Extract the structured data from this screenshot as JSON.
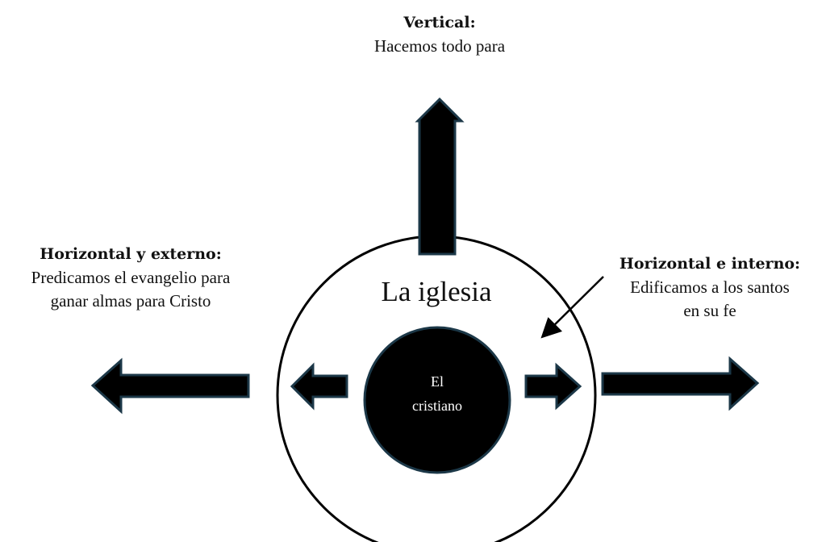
{
  "vertical": {
    "title": "Vertical:",
    "text": "Hacemos todo para"
  },
  "external": {
    "title": "Horizontal y externo:",
    "line1": "Predicamos el evangelio para",
    "line2": "ganar almas para Cristo"
  },
  "internal": {
    "title": "Horizontal e interno:",
    "line1": "Edificamos a los santos",
    "line2": "en su fe"
  },
  "outer_circle_label": "La iglesia",
  "inner_circle_label": {
    "line1": "El",
    "line2": "cristiano"
  },
  "colors": {
    "arrow_fill": "#000000",
    "arrow_border": "#1c3848"
  }
}
